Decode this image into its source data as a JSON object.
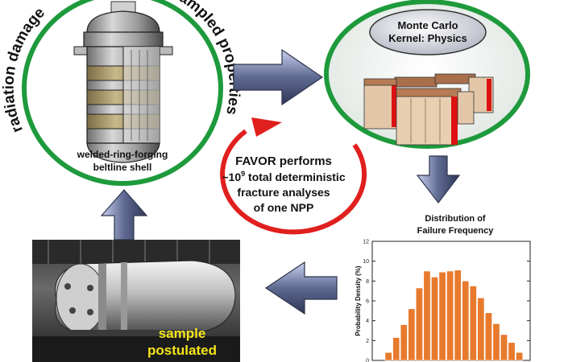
{
  "vessel_panel": {
    "arc_left": "radiation damage",
    "arc_right": "sampled properties",
    "caption_line1": "welded-ring-forging",
    "caption_line2": "beltline shell",
    "ring_color": "#1e9a3c"
  },
  "kernel_panel": {
    "title_line1": "Monte Carlo",
    "title_line2": "Kernel: Physics",
    "ring_color": "#1e9a3c"
  },
  "favor_cycle": {
    "line1": "FAVOR performs",
    "line2_prefix": "~10",
    "line2_exponent": "9",
    "line2_suffix": " total deterministic",
    "line3": "fracture analyses",
    "line4": "of one NPP",
    "loop_color": "#e0201e"
  },
  "distribution_panel": {
    "title_line1": "Distribution of",
    "title_line2": "Failure Frequency"
  },
  "photo_panel": {
    "label_line1": "sample",
    "label_line2": "postulated",
    "label_color": "#f5e51a"
  },
  "chart_data": {
    "type": "bar",
    "ylabel": "Probability Density (%)",
    "ylim": [
      0,
      12
    ],
    "yticks": [
      "0",
      "2",
      "4",
      "6",
      "8",
      "10",
      "12"
    ],
    "values": [
      0.8,
      2.3,
      3.6,
      5.2,
      7.3,
      9.0,
      8.4,
      8.9,
      9.0,
      9.1,
      8.0,
      7.5,
      6.3,
      4.8,
      3.7,
      2.6,
      1.8,
      0.8
    ],
    "bar_color": "#e87a2d",
    "grid": false
  }
}
